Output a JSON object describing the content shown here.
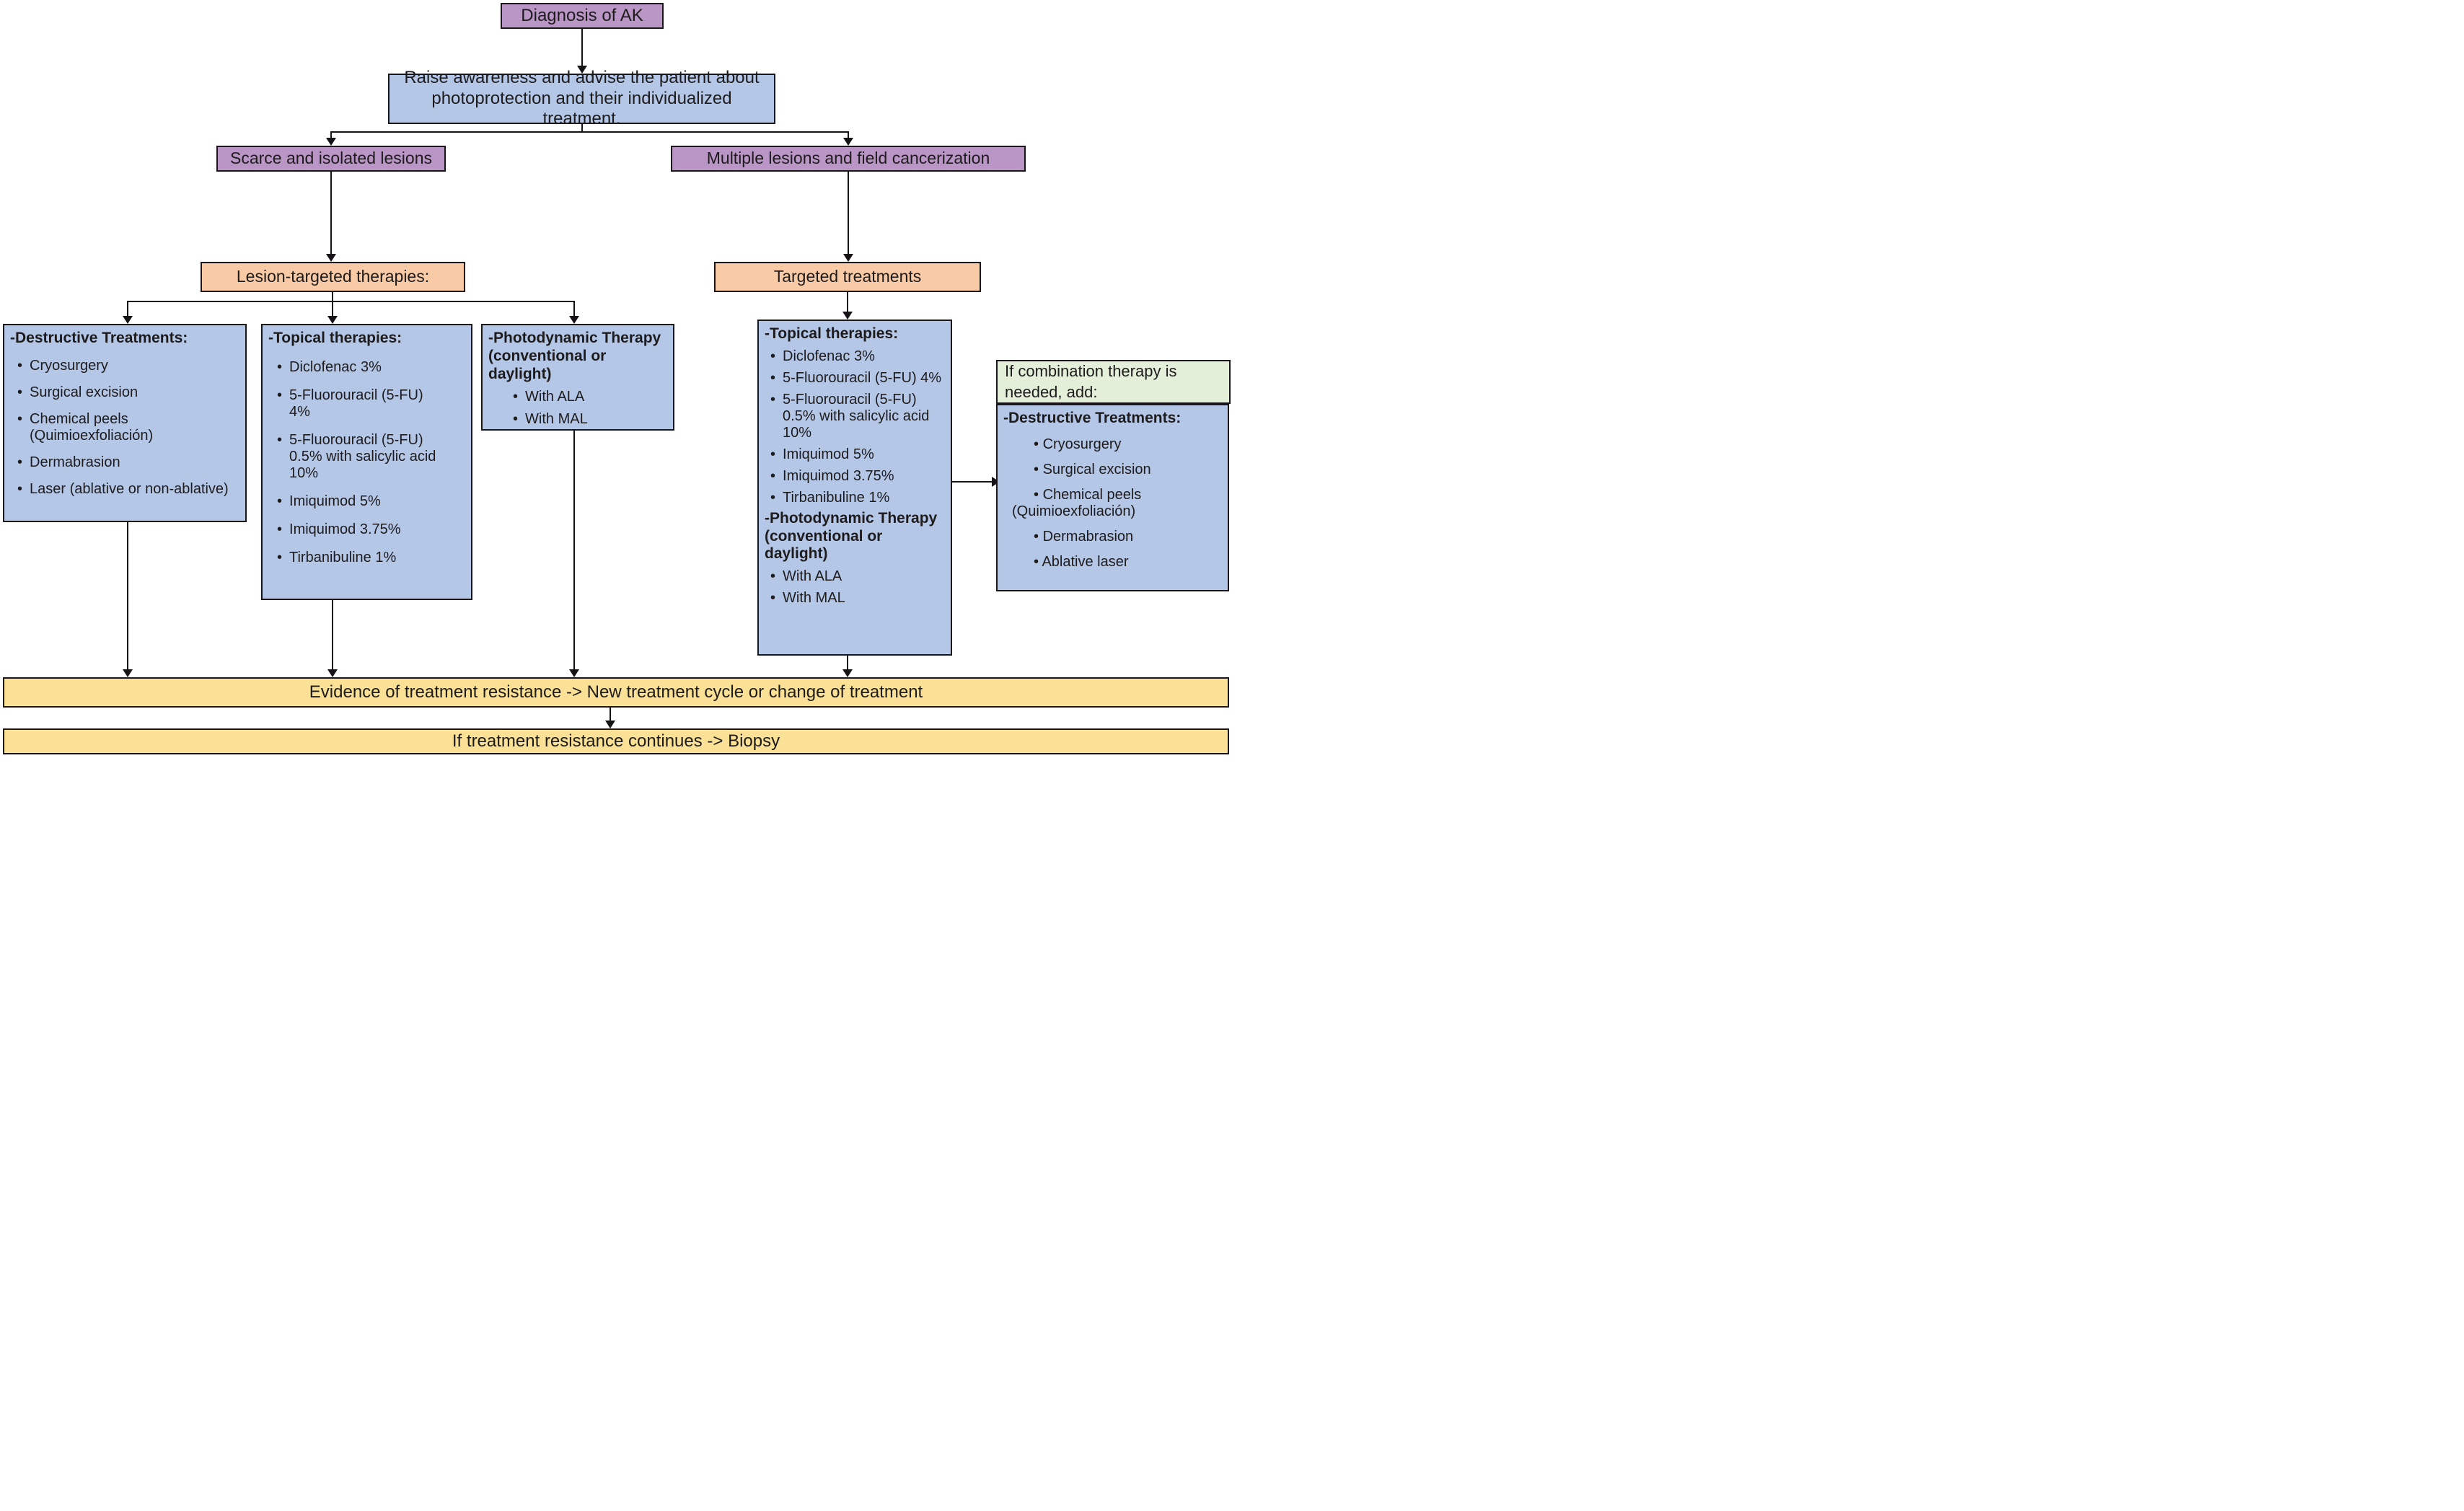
{
  "colors": {
    "purple": "#b996c5",
    "blue": "#b4c7e7",
    "orange": "#f8cba6",
    "green": "#e3efd9",
    "yellow": "#fae196",
    "border": "#1a1619",
    "text": "#1e1b1d"
  },
  "nodes": {
    "diagnosis": {
      "label": "Diagnosis of AK"
    },
    "awareness": {
      "label": "Raise awareness and advise the patient about photoprotection and their individualized treatment."
    },
    "scarce": {
      "label": "Scarce and isolated lesions"
    },
    "multiple": {
      "label": "Multiple lesions and field cancerization"
    },
    "lesion_targeted": {
      "label": "Lesion-targeted therapies:"
    },
    "targeted": {
      "label": "Targeted treatments"
    },
    "destructive_left": {
      "header": "-Destructive Treatments:",
      "items": [
        "Cryosurgery",
        "Surgical excision",
        "Chemical peels (Quimioexfoliación)",
        "Dermabrasion",
        "Laser (ablative or non-ablative)"
      ]
    },
    "topical_left": {
      "header": "-Topical therapies:",
      "items": [
        "Diclofenac 3%",
        "5-Fluorouracil (5-FU) 4%",
        "5-Fluorouracil (5-FU) 0.5% with salicylic acid 10%",
        "Imiquimod 5%",
        "Imiquimod 3.75%",
        "Tirbanibuline 1%"
      ]
    },
    "photodynamic_left": {
      "header": "-Photodynamic Therapy (conventional or daylight)",
      "items": [
        "With ALA",
        "With MAL"
      ]
    },
    "topical_right": {
      "header": "-Topical therapies:",
      "items": [
        "Diclofenac 3%",
        "5-Fluorouracil (5-FU) 4%",
        "5-Fluorouracil (5-FU) 0.5% with salicylic acid 10%",
        "Imiquimod 5%",
        "Imiquimod 3.75%",
        "Tirbanibuline 1%"
      ],
      "header2": "-Photodynamic Therapy (conventional or daylight)",
      "items2": [
        "With ALA",
        "With MAL"
      ]
    },
    "combination": {
      "label": "If combination therapy is needed, add:"
    },
    "destructive_right": {
      "header": "-Destructive Treatments:",
      "items": [
        "Cryosurgery",
        "Surgical excision",
        "Chemical peels (Quimioexfoliación)",
        "Dermabrasion",
        "Ablative laser"
      ]
    },
    "resistance": {
      "label": "Evidence of treatment resistance -> New treatment cycle or change of treatment"
    },
    "biopsy": {
      "label": "If treatment resistance continues -> Biopsy"
    }
  }
}
